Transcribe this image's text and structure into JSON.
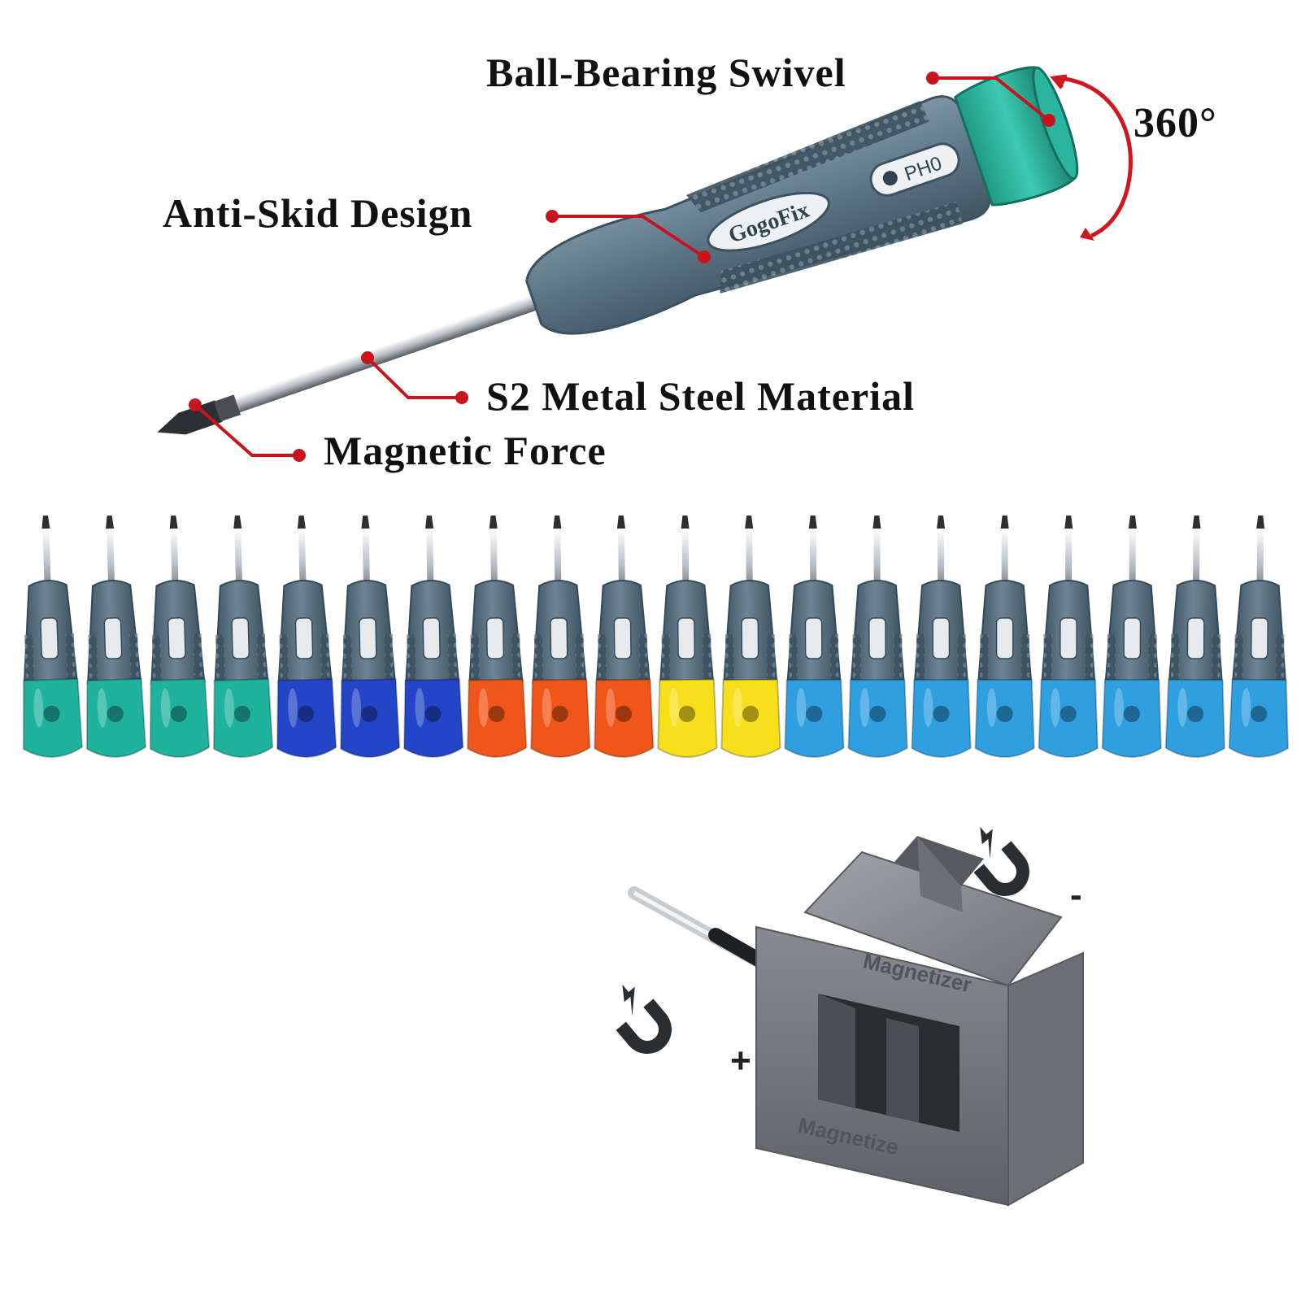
{
  "callouts": {
    "swivel": "Ball-Bearing Swivel",
    "skid": "Anti-Skid Design",
    "steel": "S2 Metal Steel Material",
    "magnet": "Magnetic Force",
    "rotation": "360°"
  },
  "brand": "GogoFix",
  "size_badge": "PH0",
  "magnetizer": {
    "label_top": "Magnetizer",
    "label_front": "Magnetize",
    "plus": "+",
    "minus": "-"
  },
  "set": {
    "count": 20,
    "colors": [
      "#1fb39e",
      "#1fb39e",
      "#1fb39e",
      "#1fb39e",
      "#2346c8",
      "#2346c8",
      "#2346c8",
      "#f0561a",
      "#f0561a",
      "#f0561a",
      "#f7df1c",
      "#f7df1c",
      "#2f9fe0",
      "#2f9fe0",
      "#2f9fe0",
      "#2f9fe0",
      "#2f9fe0",
      "#2f9fe0",
      "#2f9fe0",
      "#2f9fe0"
    ]
  },
  "colors": {
    "handle": "#5b7485",
    "swivel": "#29b29b",
    "callout_line": "#c8141c"
  }
}
